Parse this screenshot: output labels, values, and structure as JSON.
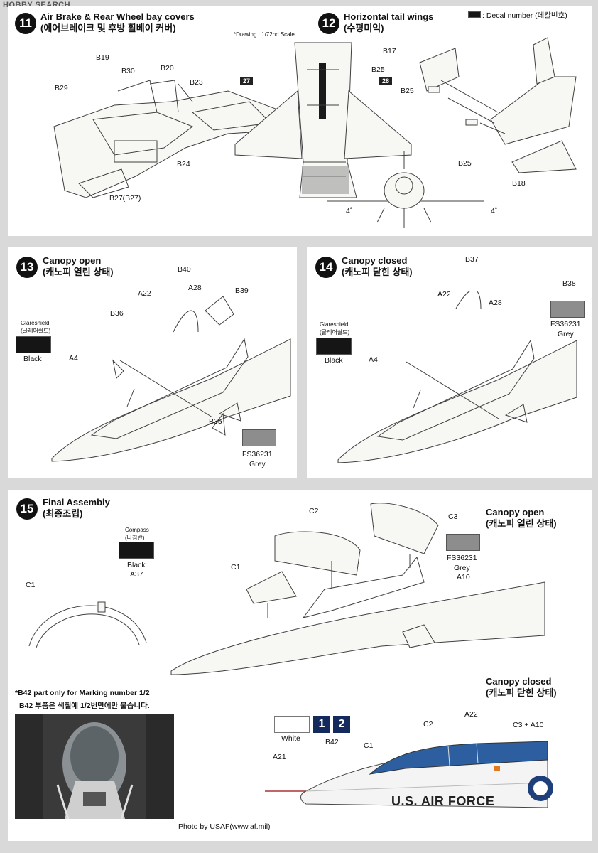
{
  "header": {
    "logo": "HOBBY SEARCH"
  },
  "steps": {
    "s11": {
      "num": "11",
      "title": "Air Brake & Rear Wheel bay covers",
      "subtitle": "(에어브레이크 및 후방 휠베이 커버)",
      "parts": {
        "b19": "B19",
        "b30": "B30",
        "b20": "B20",
        "b29": "B29",
        "b23": "B23",
        "b24": "B24",
        "b27": "B27(B27)"
      }
    },
    "s12": {
      "num": "12",
      "title": "Horizontal tail wings",
      "subtitle": "(수평미익)",
      "scale_note": "*Drawing : 1/72nd Scale",
      "decal_legend": ": Decal number (데칼번호)",
      "decal_27": "27",
      "decal_28": "28",
      "parts": {
        "b25a": "B25",
        "b25b": "B25",
        "b25c": "B25",
        "b17": "B17",
        "b18": "B18"
      },
      "angle_left": "4˚",
      "angle_right": "4˚"
    },
    "s13": {
      "num": "13",
      "title": "Canopy open",
      "subtitle": "(캐노피 열린 상태)",
      "glareshield": "Glareshield",
      "glareshield_kr": "(글레어쉴드)",
      "black": "Black",
      "grey_code": "FS36231",
      "grey": "Grey",
      "parts": {
        "b40": "B40",
        "a22": "A22",
        "a28": "A28",
        "b39": "B39",
        "b36": "B36",
        "a4": "A4",
        "b35": "B35"
      }
    },
    "s14": {
      "num": "14",
      "title": "Canopy closed",
      "subtitle": "(캐노피 닫힌 상태)",
      "glareshield": "Glareshield",
      "glareshield_kr": "(글레어쉴드)",
      "black": "Black",
      "grey_code": "FS36231",
      "grey": "Grey",
      "parts": {
        "b37": "B37",
        "a22": "A22",
        "a28": "A28",
        "b38": "B38",
        "a4": "A4"
      }
    },
    "s15": {
      "num": "15",
      "title": "Final Assembly",
      "subtitle": "(최종조립)",
      "compass": "Compass",
      "compass_kr": "(나침반)",
      "black": "Black",
      "a37": "A37",
      "canopy_open": "Canopy open",
      "canopy_open_kr": "(캐노피 열린 상태)",
      "canopy_closed": "Canopy closed",
      "canopy_closed_kr": "(캐노피 닫힌 상태)",
      "grey_code": "FS36231",
      "grey": "Grey",
      "white": "White",
      "decal_1": "1",
      "decal_2": "2",
      "note_en": "*B42 part only for Marking number 1/2",
      "note_kr": "B42 부품은 색칠예 1/2번만에만 붙습니다.",
      "photo_credit": "Photo by USAF(www.af.mil)",
      "fuselage_text": "U.S. AIR FORCE",
      "parts": {
        "c1_left": "C1",
        "c2": "C2",
        "c3": "C3",
        "c1_mid": "C1",
        "a10": "A10",
        "b42": "B42",
        "c1_bottom": "C1",
        "c2_bottom": "C2",
        "a22": "A22",
        "c3_a10": "C3 + A10",
        "a21": "A21"
      }
    }
  }
}
